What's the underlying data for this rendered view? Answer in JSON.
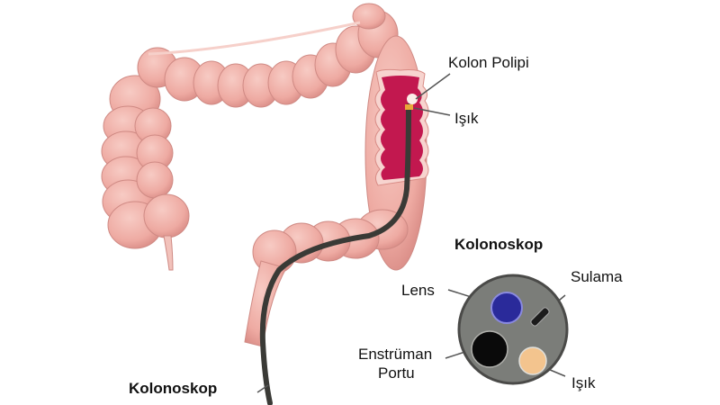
{
  "diagram": {
    "labels": {
      "polyp": "Kolon Polipi",
      "light_top": "Işık",
      "scope_title": "Kolonoskop",
      "lens": "Lens",
      "irrigation": "Sulama",
      "instrument_port_line1": "Enstrüman",
      "instrument_port_line2": "Portu",
      "light_bottom": "Işık",
      "scope_bottom": "Kolonoskop"
    },
    "colors": {
      "colon": "#f0b3ab",
      "colon_shadow": "#d98c86",
      "colon_interior": "#c2184f",
      "scope_tube": "#3a3a36",
      "scope_head": "#7b7d79",
      "lens": "#2a2a9a",
      "port": "#0a0a0a",
      "light": "#f3c48e"
    }
  }
}
